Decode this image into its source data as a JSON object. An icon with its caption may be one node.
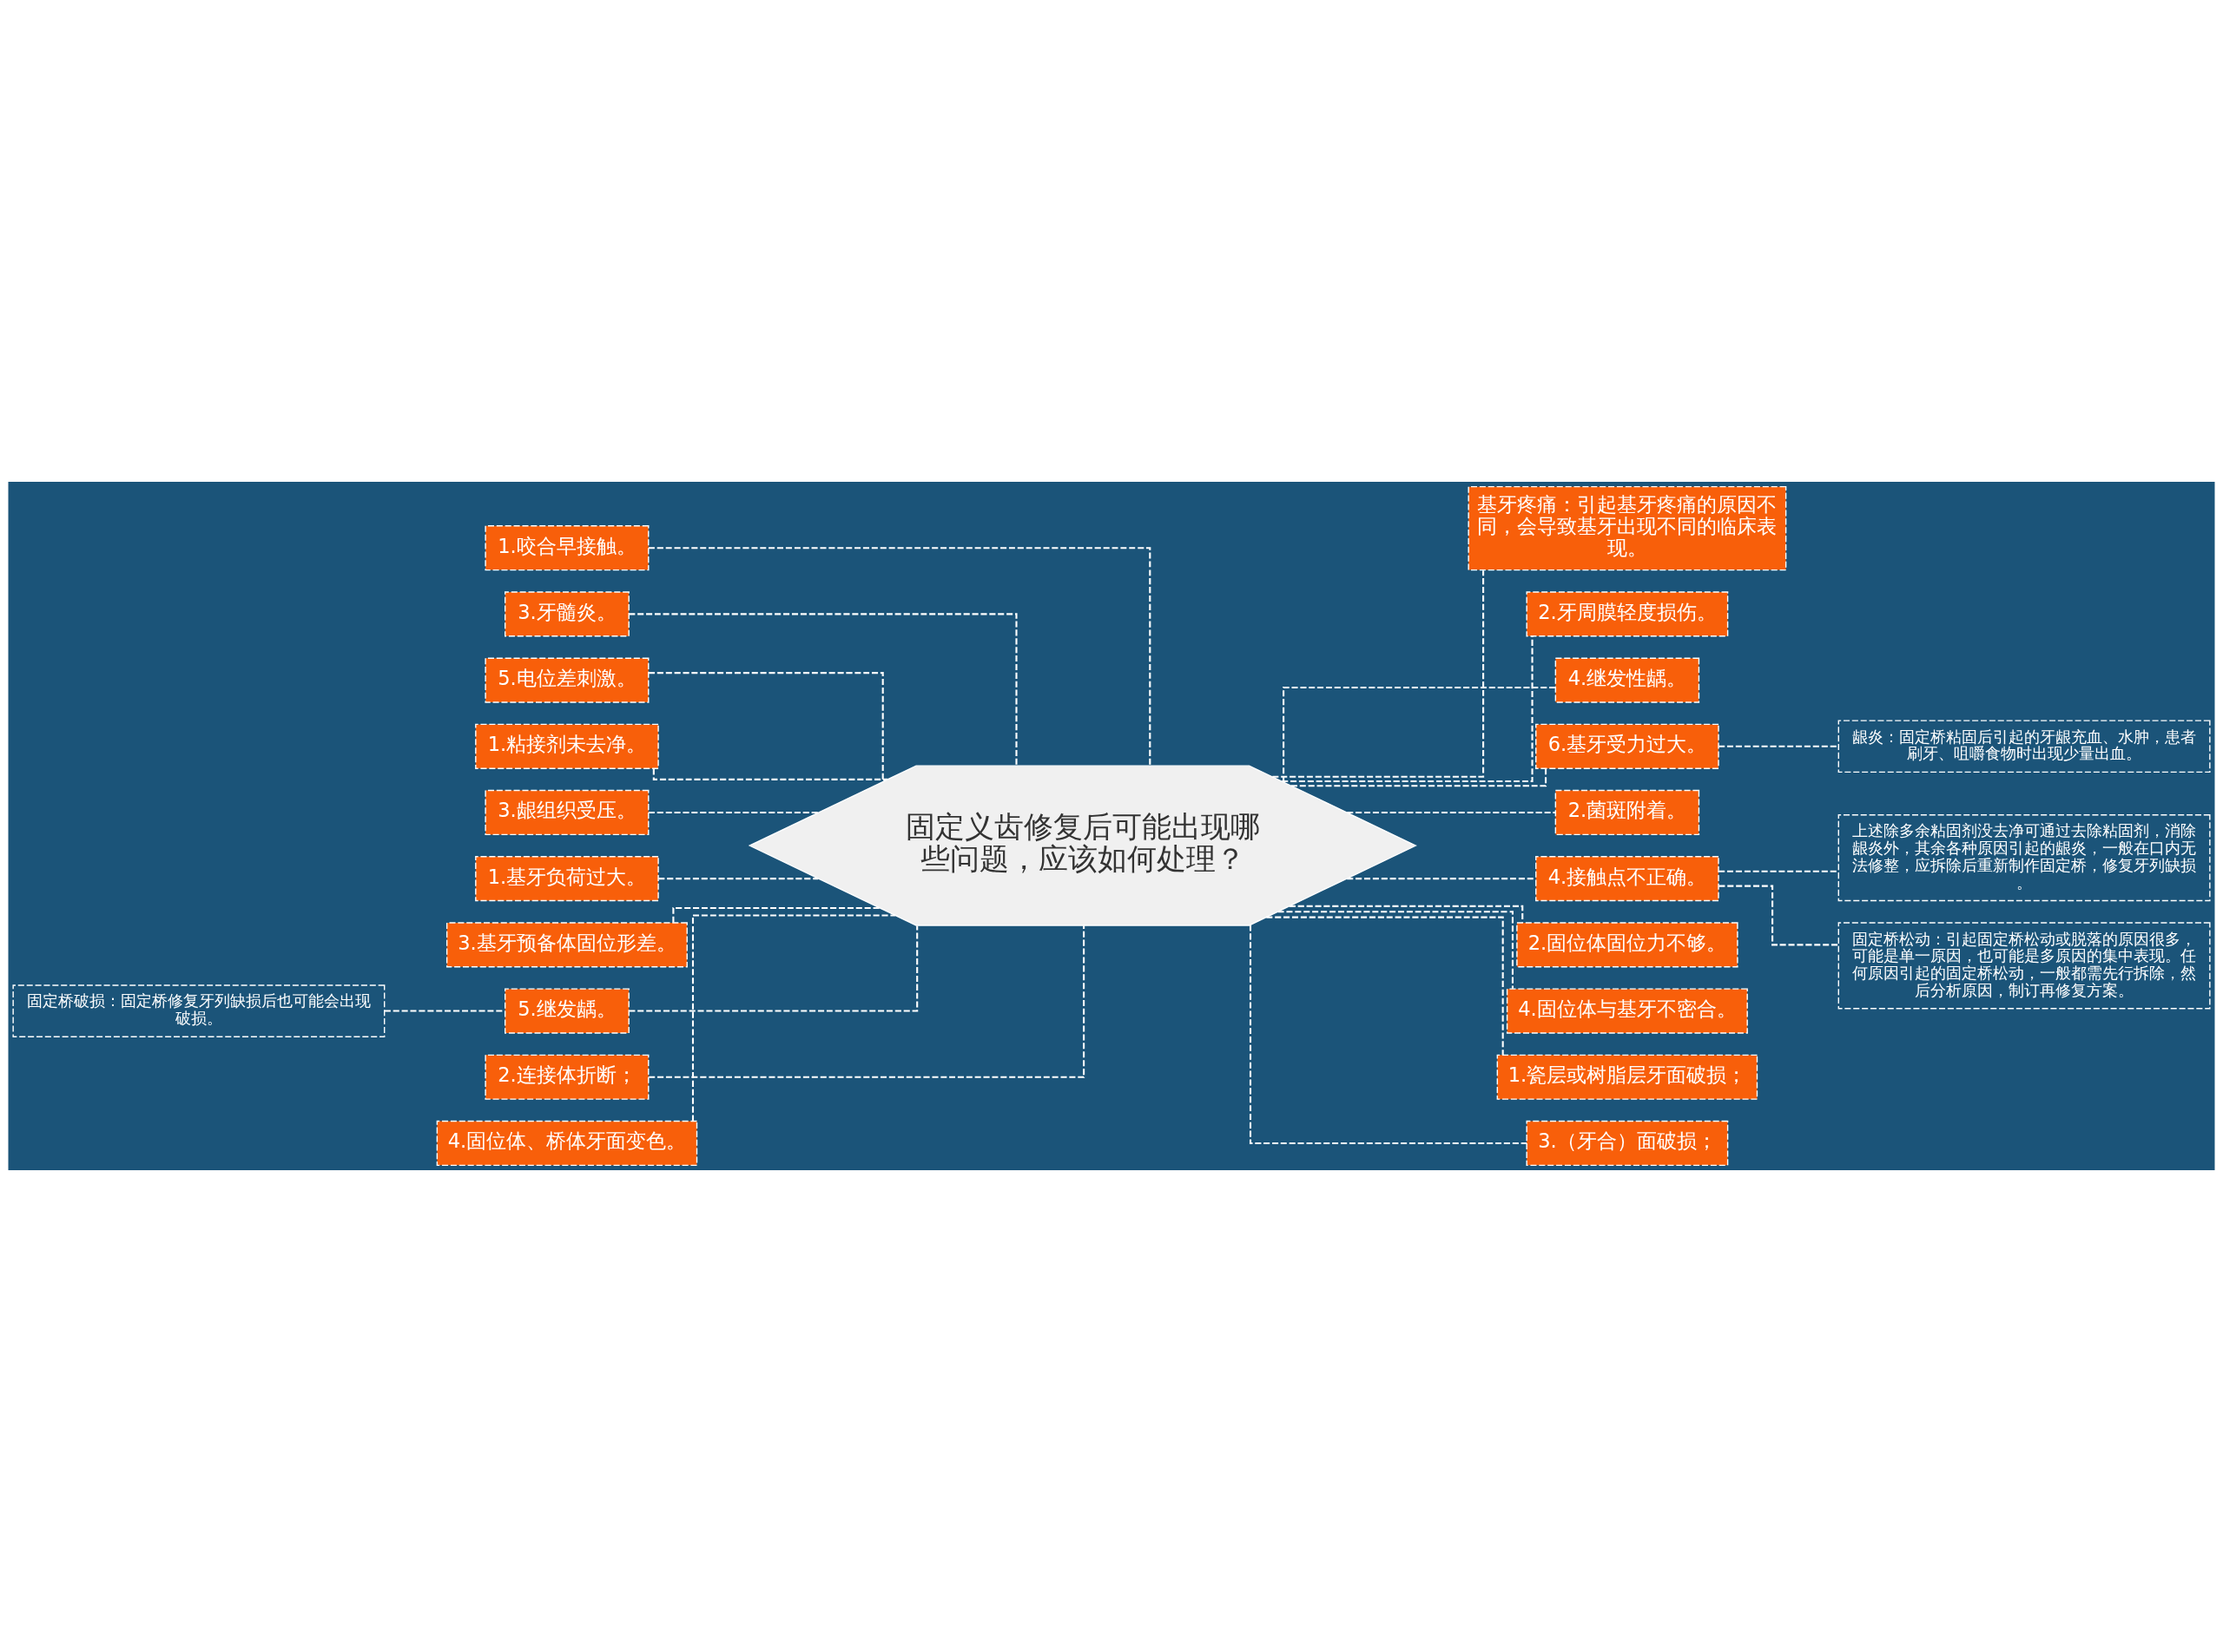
{
  "diagram": {
    "nodes": [
      {
        "text": [
          "固定义齿修复后可能出现哪些问题，应该如何处理？"
        ]
      },
      {
        "text": [
          "1.咬合早接触。"
        ]
      },
      {
        "text": [
          "3.牙髓炎。"
        ]
      },
      {
        "text": [
          "5.电位差刺激。"
        ]
      },
      {
        "text": [
          "1.粘接剂未去净。"
        ]
      },
      {
        "text": [
          "3.龈组织受压。"
        ]
      },
      {
        "text": [
          "1.基牙负荷过大。"
        ]
      },
      {
        "text": [
          "3.基牙预备体固位形差。"
        ]
      },
      {
        "text": [
          "5.继发龋。"
        ]
      },
      {
        "text": [
          "固定桥破损：固定桥修复牙列缺损后也可能会出现破损。"
        ]
      },
      {
        "text": [
          "2.连接体折断；"
        ]
      },
      {
        "text": [
          "4.固位体、桥体牙面变色。"
        ]
      },
      {
        "text": [
          "基牙疼痛：引起基牙疼痛的原因不同，会导致基牙出现不同的临床表现。"
        ]
      },
      {
        "text": [
          "2.牙周膜轻度损伤。"
        ]
      },
      {
        "text": [
          "4.继发性龋。"
        ]
      },
      {
        "text": [
          "6.基牙受力过大。"
        ]
      },
      {
        "text": [
          "龈炎：固定桥粘固后引起的牙龈充血、水肿，患者刷牙、咀嚼食物时出现少量出血。"
        ]
      },
      {
        "text": [
          "2.菌斑附着。"
        ]
      },
      {
        "text": [
          "4.接触点不正确。"
        ]
      },
      {
        "text": [
          "上述除多余粘固剂没去净可通过去除粘固剂，消除龈炎外，其余各种原因引起的龈炎，一般在口内无法修整，应拆除后重新制作固定桥，修复牙列缺损。"
        ]
      },
      {
        "text": [
          "固定桥松动：引起固定桥松动或脱落的原因很多，可能是单一原因，也可能是多原因的集中表现。任何原因引起的固定桥松动，一般都需先行拆除，然后分析原因，制订再修复方案。"
        ]
      },
      {
        "text": [
          "2.固位体固位力不够。"
        ]
      },
      {
        "text": [
          "4.固位体与基牙不密合。"
        ]
      },
      {
        "text": [
          "1.瓷层或树脂层牙面破损；"
        ]
      },
      {
        "text": [
          "3.（牙合）面破损；"
        ]
      }
    ],
    "edges": [
      {
        "from": 0,
        "to": 1,
        "arrow": "none",
        "style": "dashed"
      },
      {
        "from": 0,
        "to": 2,
        "arrow": "none",
        "style": "dashed"
      },
      {
        "from": 0,
        "to": 3,
        "arrow": "none",
        "style": "dashed"
      },
      {
        "from": 0,
        "to": 4,
        "arrow": "none",
        "style": "dashed"
      },
      {
        "from": 0,
        "to": 5,
        "arrow": "none",
        "style": "dashed"
      },
      {
        "from": 0,
        "to": 6,
        "arrow": "none",
        "style": "dashed"
      },
      {
        "from": 0,
        "to": 7,
        "arrow": "none",
        "style": "dashed"
      },
      {
        "from": 0,
        "to": 8,
        "arrow": "none",
        "style": "dashed"
      },
      {
        "from": 8,
        "to": 9,
        "arrow": "none",
        "style": "dashed"
      },
      {
        "from": 0,
        "to": 10,
        "arrow": "none",
        "style": "dashed"
      },
      {
        "from": 0,
        "to": 11,
        "arrow": "none",
        "style": "dashed"
      },
      {
        "from": 0,
        "to": 12,
        "arrow": "none",
        "style": "dashed"
      },
      {
        "from": 0,
        "to": 13,
        "arrow": "none",
        "style": "dashed"
      },
      {
        "from": 0,
        "to": 14,
        "arrow": "none",
        "style": "dashed"
      },
      {
        "from": 0,
        "to": 15,
        "arrow": "none",
        "style": "dashed"
      },
      {
        "from": 15,
        "to": 16,
        "arrow": "none",
        "style": "dashed"
      },
      {
        "from": 0,
        "to": 17,
        "arrow": "none",
        "style": "dashed"
      },
      {
        "from": 0,
        "to": 18,
        "arrow": "none",
        "style": "dashed"
      },
      {
        "from": 18,
        "to": 19,
        "arrow": "none",
        "style": "dashed"
      },
      {
        "from": 18,
        "to": 20,
        "arrow": "none",
        "style": "dashed"
      },
      {
        "from": 0,
        "to": 21,
        "arrow": "none",
        "style": "dashed"
      },
      {
        "from": 0,
        "to": 22,
        "arrow": "none",
        "style": "dashed"
      },
      {
        "from": 0,
        "to": 23,
        "arrow": "none",
        "style": "dashed"
      },
      {
        "from": 0,
        "to": 24,
        "arrow": "none",
        "style": "dashed"
      }
    ]
  }
}
